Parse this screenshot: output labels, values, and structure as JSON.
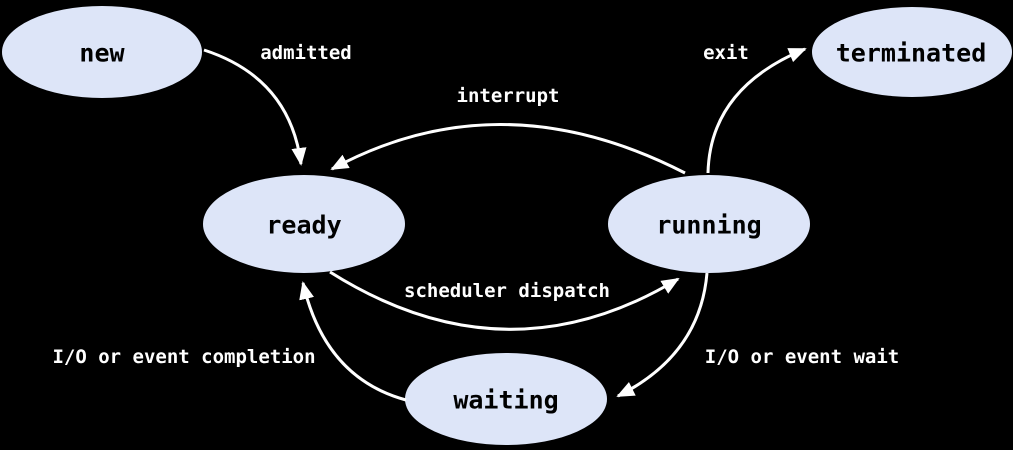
{
  "diagram": {
    "background": "#000000",
    "node_fill": "#dde5f8",
    "node_text_color": "#000000",
    "arrow_color": "#ffffff",
    "label_color": "#ffffff",
    "states": [
      {
        "label": "new"
      },
      {
        "label": "ready"
      },
      {
        "label": "running"
      },
      {
        "label": "waiting"
      },
      {
        "label": "terminated"
      }
    ],
    "transitions": [
      {
        "label": "admitted",
        "from": "new",
        "to": "ready"
      },
      {
        "label": "interrupt",
        "from": "running",
        "to": "ready"
      },
      {
        "label": "scheduler dispatch",
        "from": "ready",
        "to": "running"
      },
      {
        "label": "exit",
        "from": "running",
        "to": "terminated"
      },
      {
        "label": "I/O or event wait",
        "from": "running",
        "to": "waiting"
      },
      {
        "label": "I/O or event completion",
        "from": "waiting",
        "to": "ready"
      }
    ]
  }
}
